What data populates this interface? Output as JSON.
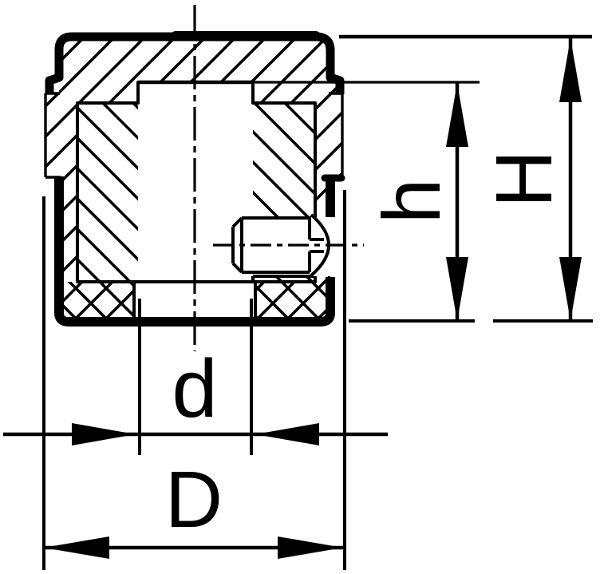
{
  "drawing": {
    "description": "Cross-section drawing of a control knob with bushing insert and slotted set screw",
    "background": "#ffffff",
    "ink": "#000000",
    "dimensions": {
      "bore_diameter": {
        "label": "d"
      },
      "outer_diameter": {
        "label": "D"
      },
      "inner_height": {
        "label": "h"
      },
      "total_height": {
        "label": "H"
      }
    }
  }
}
